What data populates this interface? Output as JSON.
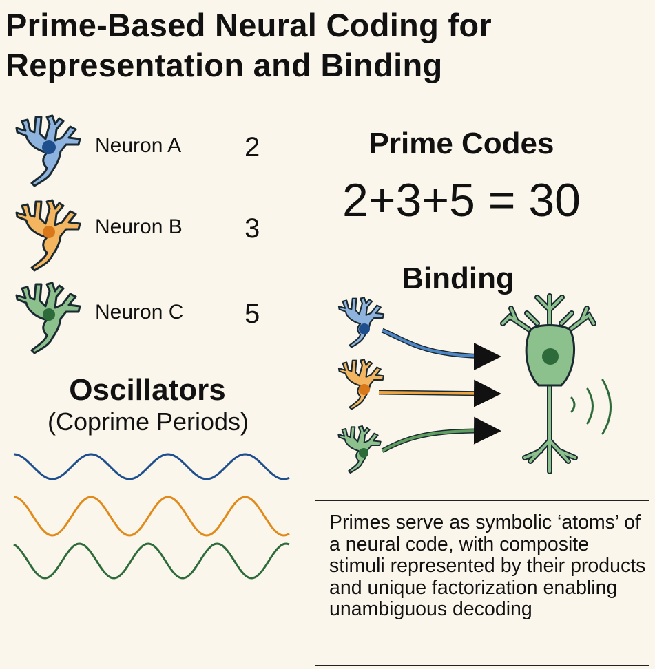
{
  "title": [
    "Prime-Based Neural Coding for",
    "Representation and Binding"
  ],
  "neurons": [
    {
      "label": "Neuron A",
      "prime": "2",
      "color": "#4f86c6"
    },
    {
      "label": "Neuron B",
      "prime": "3",
      "color": "#f0a540"
    },
    {
      "label": "Neuron C",
      "prime": "5",
      "color": "#5f9e5f"
    }
  ],
  "prime_codes": {
    "heading": "Prime Codes",
    "equation": "2+3+5 = 30"
  },
  "binding": {
    "heading": "Binding"
  },
  "oscillators": {
    "heading": "Oscillators",
    "subheading": "(Coprime Periods)",
    "colors": [
      "#1f4e8c",
      "#e08a1a",
      "#2e6b3a"
    ]
  },
  "note": "Primes serve as symbolic ‘atoms’ of a neural code, with composite stimuli represented by their products and unique factorization enabling unambiguous decoding"
}
